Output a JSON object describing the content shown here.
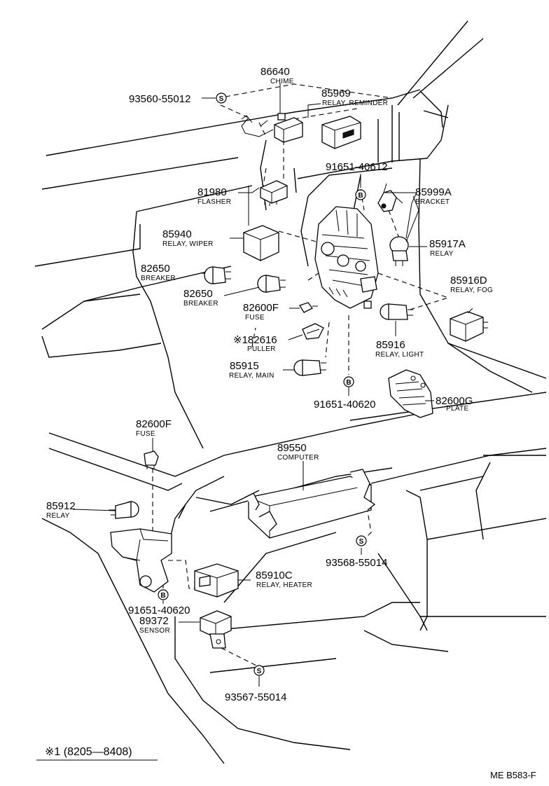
{
  "callouts": {
    "p86640": {
      "number": "86640",
      "name": "CHIME"
    },
    "p85969": {
      "number": "85969",
      "name": "RELAY, REMINDER"
    },
    "p93560": {
      "number": "93560-55012"
    },
    "p91651a": {
      "number": "91651-40612"
    },
    "p81980": {
      "number": "81980",
      "name": "FLASHER"
    },
    "p85999A": {
      "number": "85999A",
      "name": "BRACKET"
    },
    "p85940": {
      "number": "85940",
      "name": "RELAY, WIPER"
    },
    "p85917A": {
      "number": "85917A",
      "name": "RELAY"
    },
    "p82650a": {
      "number": "82650",
      "name": "BREAKER"
    },
    "p82650b": {
      "number": "82650",
      "name": "BREAKER"
    },
    "p85916D": {
      "number": "85916D",
      "name": "RELAY, FOG"
    },
    "p82600Fa": {
      "number": "82600F",
      "name": "FUSE"
    },
    "p82616": {
      "number": "※182616",
      "name": "PULLER"
    },
    "p85916": {
      "number": "85916",
      "name": "RELAY, LIGHT"
    },
    "p85915": {
      "number": "85915",
      "name": "RELAY, MAIN"
    },
    "p91651b": {
      "number": "91651-40620"
    },
    "p82600G": {
      "number": "82600G",
      "name": "PLATE"
    },
    "p82600Fb": {
      "number": "82600F",
      "name": "FUSE"
    },
    "p89550": {
      "number": "89550",
      "name": "COMPUTER"
    },
    "p85912": {
      "number": "85912",
      "name": "RELAY"
    },
    "p93568": {
      "number": "93568-55014"
    },
    "p85910C": {
      "number": "85910C",
      "name": "RELAY, HEATER"
    },
    "p91651c": {
      "number": "91651-40620"
    },
    "p89372": {
      "number": "89372",
      "name": "SENSOR"
    },
    "p93567": {
      "number": "93567-55014"
    }
  },
  "symbols": {
    "s": "S",
    "b": "B"
  },
  "footnote": "※1  (8205—8408)",
  "diagram_code": "ME B583-F"
}
